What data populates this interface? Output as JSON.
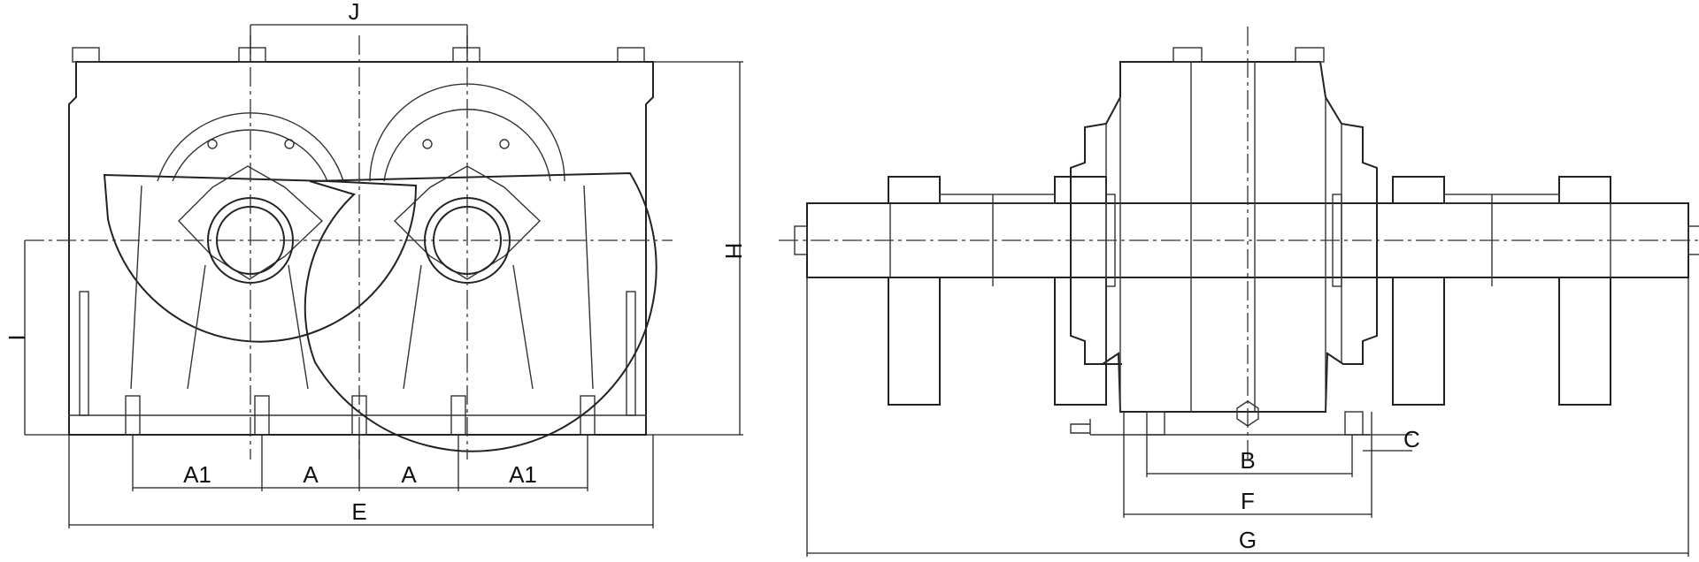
{
  "front_view": {
    "labels": {
      "j": "J",
      "h": "H",
      "i": "I",
      "a1_left": "A1",
      "a_left": "A",
      "a_right": "A",
      "a1_right": "A1",
      "e": "E"
    }
  },
  "side_view": {
    "labels": {
      "b": "B",
      "c": "C",
      "f": "F",
      "g": "G"
    }
  }
}
